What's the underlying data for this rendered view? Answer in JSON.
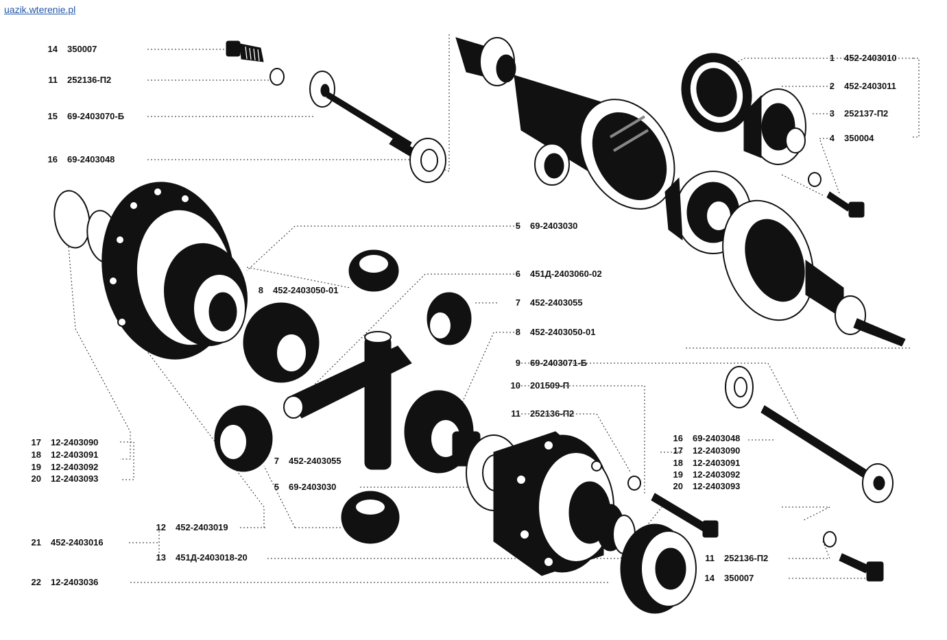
{
  "source_label": "uazik.wterenie.pl",
  "colors": {
    "ink": "#111111",
    "link": "#2255aa",
    "background": "#ffffff"
  },
  "labels": {
    "l14a": {
      "num": "14",
      "code": "350007"
    },
    "l11a": {
      "num": "11",
      "code": "252136-П2"
    },
    "l15": {
      "num": "15",
      "code": "69-2403070-Б"
    },
    "l16a": {
      "num": "16",
      "code": "69-2403048"
    },
    "l1": {
      "num": "1",
      "code": "452-2403010"
    },
    "l2": {
      "num": "2",
      "code": "452-2403011"
    },
    "l3": {
      "num": "3",
      "code": "252137-П2"
    },
    "l4": {
      "num": "4",
      "code": "350004"
    },
    "l5a": {
      "num": "5",
      "code": "69-2403030"
    },
    "l6": {
      "num": "6",
      "code": "451Д-2403060-02"
    },
    "l7a": {
      "num": "7",
      "code": "452-2403055"
    },
    "l8a": {
      "num": "8",
      "code": "452-2403050-01"
    },
    "l8b": {
      "num": "8",
      "code": "452-2403050-01"
    },
    "l9": {
      "num": "9",
      "code": "69-2403071-Б"
    },
    "l10": {
      "num": "10",
      "code": "201509-П"
    },
    "l11b": {
      "num": "11",
      "code": "252136-П2"
    },
    "l16b": {
      "num": "16",
      "code": "69-2403048"
    },
    "l17b": {
      "num": "17",
      "code": "12-2403090"
    },
    "l18b": {
      "num": "18",
      "code": "12-2403091"
    },
    "l19b": {
      "num": "19",
      "code": "12-2403092"
    },
    "l20b": {
      "num": "20",
      "code": "12-2403093"
    },
    "l17a": {
      "num": "17",
      "code": "12-2403090"
    },
    "l18a": {
      "num": "18",
      "code": "12-2403091"
    },
    "l19a": {
      "num": "19",
      "code": "12-2403092"
    },
    "l20a": {
      "num": "20",
      "code": "12-2403093"
    },
    "l7b": {
      "num": "7",
      "code": "452-2403055"
    },
    "l5b": {
      "num": "5",
      "code": "69-2403030"
    },
    "l12": {
      "num": "12",
      "code": "452-2403019"
    },
    "l21": {
      "num": "21",
      "code": "452-2403016"
    },
    "l13": {
      "num": "13",
      "code": "451Д-2403018-20"
    },
    "l22": {
      "num": "22",
      "code": "12-2403036"
    },
    "l11c": {
      "num": "11",
      "code": "252136-П2"
    },
    "l14b": {
      "num": "14",
      "code": "350007"
    }
  },
  "parts": [
    "bolt",
    "lock-washer",
    "axle-shaft",
    "gasket",
    "ring-gear",
    "differential-case",
    "axle-housing",
    "housing-cover",
    "o-ring",
    "side-gear",
    "pinion-gear",
    "cross-shaft",
    "spacer",
    "bearing",
    "drive-pinion"
  ]
}
